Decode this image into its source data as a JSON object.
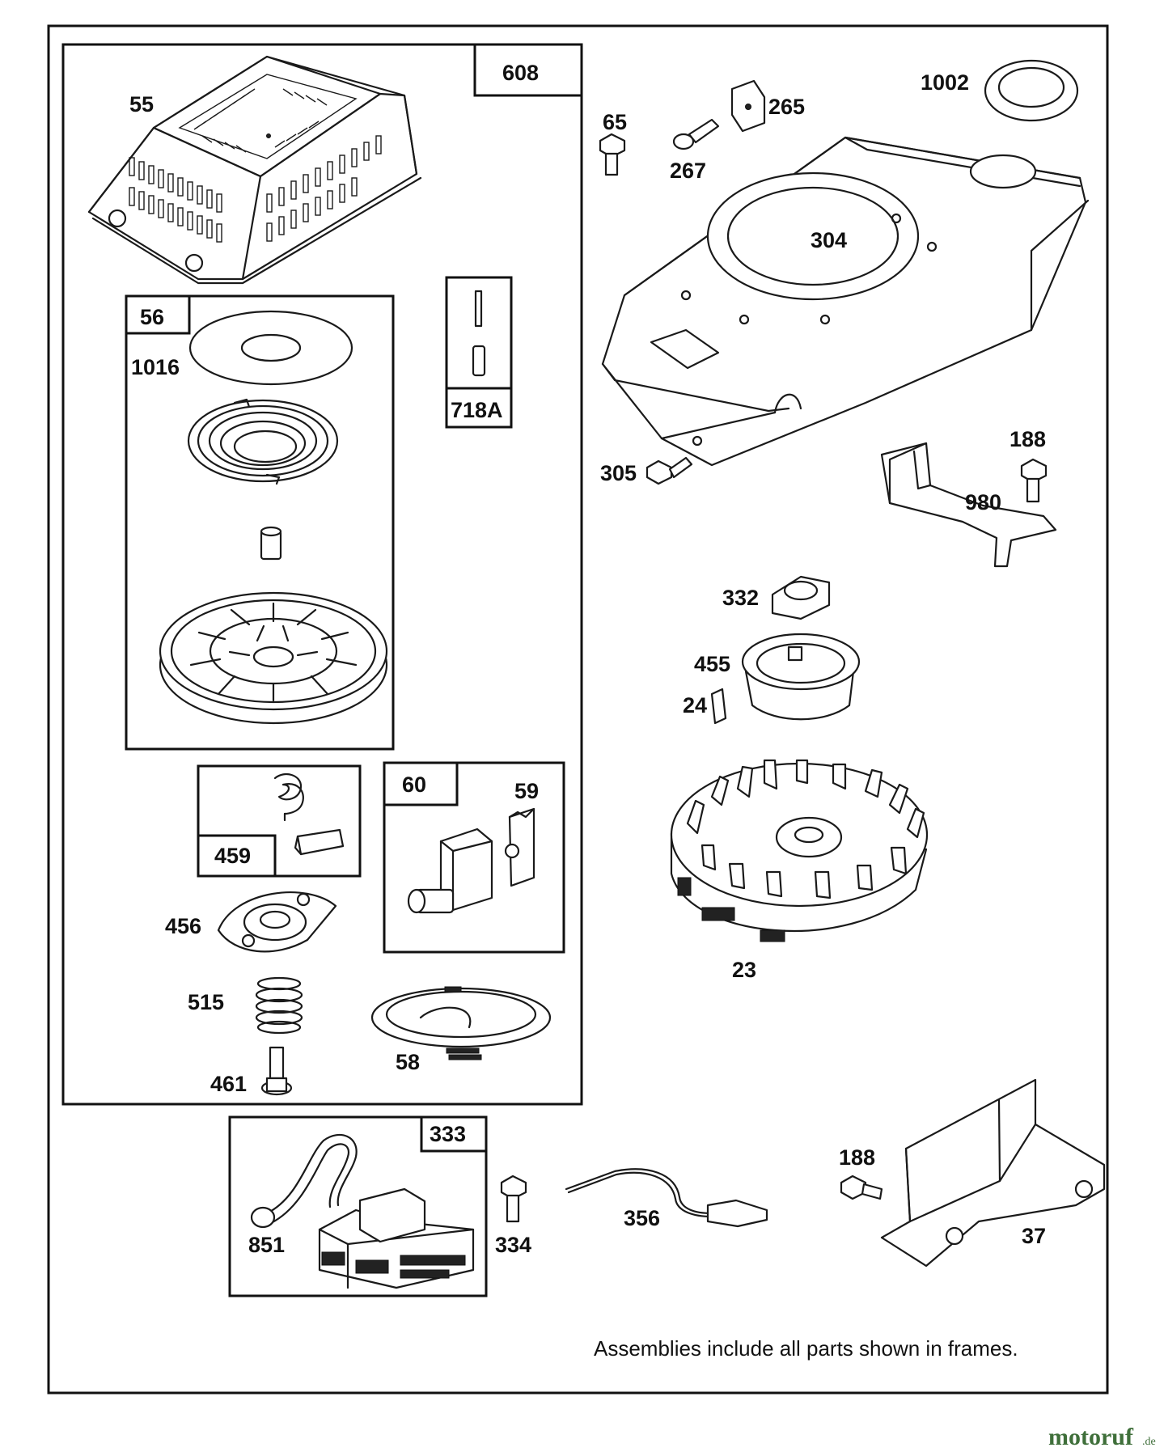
{
  "labels": {
    "p55": "55",
    "p608": "608",
    "p56": "56",
    "p1016": "1016",
    "p718A": "718A",
    "p459": "459",
    "p60": "60",
    "p59": "59",
    "p456": "456",
    "p515": "515",
    "p461": "461",
    "p58": "58",
    "p65": "65",
    "p267": "267",
    "p265": "265",
    "p1002": "1002",
    "p304": "304",
    "p305": "305",
    "p188a": "188",
    "p980": "980",
    "p332": "332",
    "p455": "455",
    "p24": "24",
    "p23": "23",
    "p333": "333",
    "p851": "851",
    "p334": "334",
    "p356": "356",
    "p188b": "188",
    "p37": "37"
  },
  "note": "Assemblies include all parts shown in frames.",
  "watermark": {
    "brand": "motoruf",
    "suffix": ".de"
  }
}
